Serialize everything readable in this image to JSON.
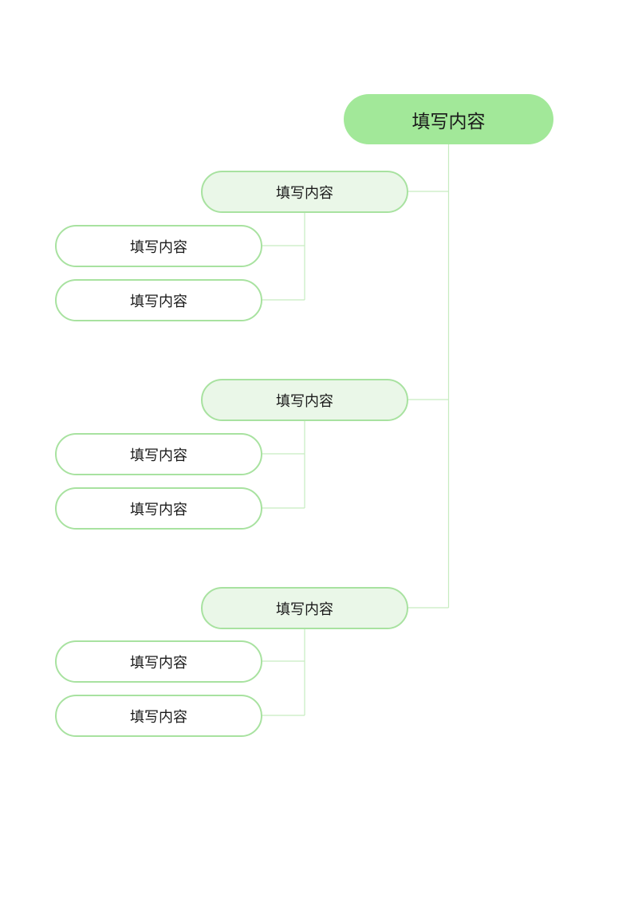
{
  "colors": {
    "root_fill": "#a2e899",
    "branch_fill": "#eaf7e8",
    "branch_border": "#a8e2a0",
    "leaf_border": "#a8e2a0",
    "connector": "#c6ecc0"
  },
  "diagram": {
    "root": {
      "label": "填写内容"
    },
    "branches": [
      {
        "label": "填写内容",
        "children": [
          {
            "label": "填写内容"
          },
          {
            "label": "填写内容"
          }
        ]
      },
      {
        "label": "填写内容",
        "children": [
          {
            "label": "填写内容"
          },
          {
            "label": "填写内容"
          }
        ]
      },
      {
        "label": "填写内容",
        "children": [
          {
            "label": "填写内容"
          },
          {
            "label": "填写内容"
          }
        ]
      }
    ]
  }
}
